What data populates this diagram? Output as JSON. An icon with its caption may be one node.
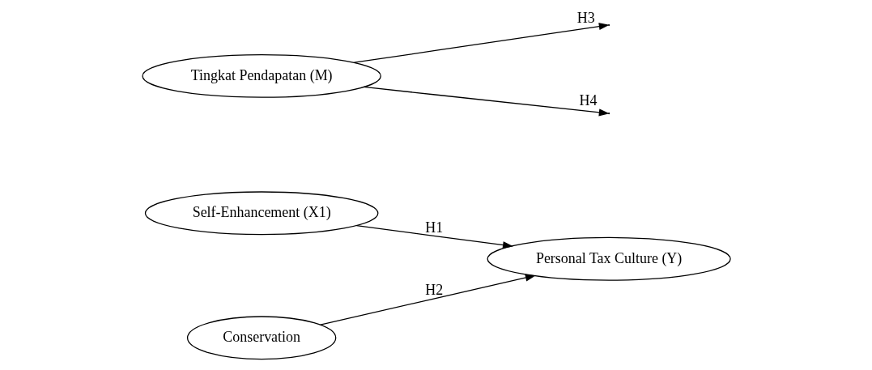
{
  "diagram": {
    "nodes": [
      {
        "text": [
          "Self-Enhancement (X1)"
        ]
      },
      {
        "text": [
          "Tingkat Pendapatan (M)"
        ]
      },
      {
        "text": [
          "Personal Tax Culture (Y)"
        ]
      },
      {
        "text": [
          "Conservation"
        ]
      }
    ],
    "edges": [
      {
        "from": 0,
        "to": 2,
        "arrow": "to",
        "label": "H1"
      },
      {
        "from": 3,
        "to": 2,
        "arrow": "to",
        "label": "H2"
      },
      {
        "from": 1,
        "to": null,
        "arrow": "to",
        "label": "H3"
      },
      {
        "from": 1,
        "to": null,
        "arrow": "to",
        "label": "H4"
      }
    ]
  }
}
